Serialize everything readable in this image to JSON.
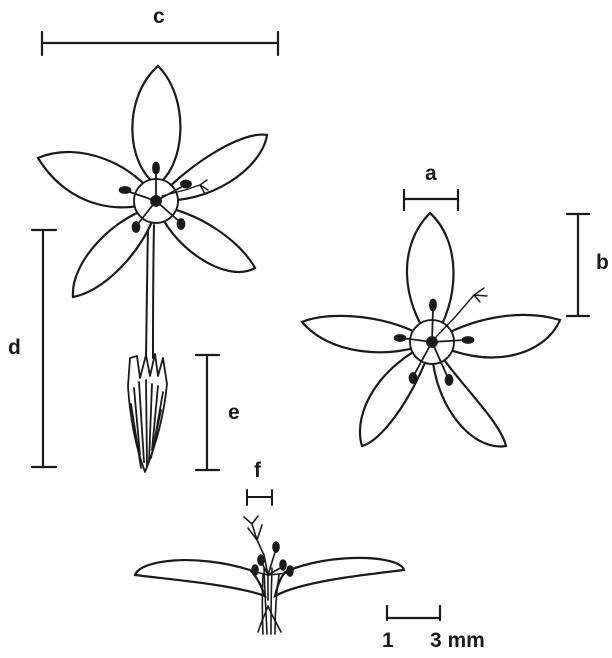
{
  "labels": {
    "a": "a",
    "b": "b",
    "c": "c",
    "d": "d",
    "e": "e",
    "f": "f"
  },
  "scale_bar": {
    "left_label": "1",
    "right_label": "3 mm"
  },
  "colors": {
    "ink": "#1a1a1a",
    "paper": "#ffffff"
  }
}
